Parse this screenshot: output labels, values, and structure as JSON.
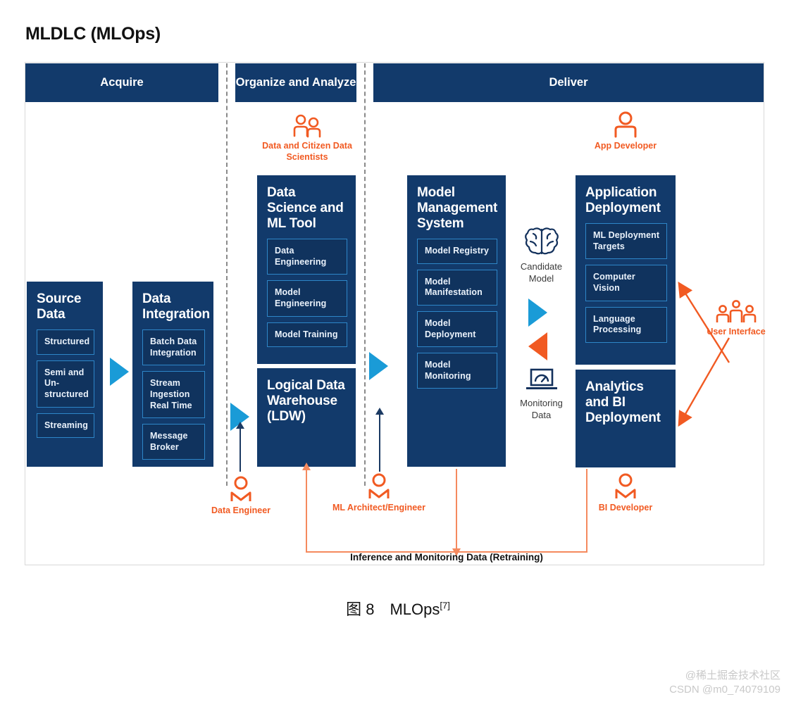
{
  "figure": {
    "title": "MLDLC (MLOps)",
    "caption_label": "图 8",
    "caption_text": "MLOps",
    "caption_ref": "[7]"
  },
  "watermark": {
    "line1": "@稀土掘金技术社区",
    "line2": "CSDN @m0_74079109"
  },
  "colors": {
    "navy": "#123A6B",
    "navy_sub_fill": "#10335E",
    "sub_border": "#2E86C8",
    "blue_arrow": "#1A9BD7",
    "orange": "#F15A22",
    "orange_light": "#F58A5E"
  },
  "phases": [
    {
      "id": "acquire",
      "label": "Acquire"
    },
    {
      "id": "organize",
      "label": "Organize and Analyze"
    },
    {
      "id": "deliver",
      "label": "Deliver"
    }
  ],
  "panels": {
    "source_data": {
      "title": "Source Data",
      "items": [
        "Structured",
        "Semi and Un-structured",
        "Streaming"
      ]
    },
    "data_integration": {
      "title": "Data Integration",
      "items": [
        "Batch Data Integration",
        "Stream Ingestion Real Time",
        "Message Broker"
      ]
    },
    "data_science_ml_tool": {
      "title": "Data Science and ML Tool",
      "items": [
        "Data Engineering",
        "Model Engineering",
        "Model Training"
      ]
    },
    "logical_data_warehouse": {
      "title": "Logical Data Warehouse (LDW)",
      "items": []
    },
    "model_management_system": {
      "title": "Model Management System",
      "items": [
        "Model Registry",
        "Model Manifestation",
        "Model Deployment",
        "Model Monitoring"
      ]
    },
    "application_deployment": {
      "title": "Application Deployment",
      "items": [
        "ML Deployment Targets",
        "Computer Vision",
        "Language Processing"
      ]
    },
    "analytics_bi_deployment": {
      "title": "Analytics and BI Deployment",
      "items": []
    }
  },
  "roles": [
    {
      "id": "data-citizen-scientists",
      "label": "Data and Citizen Data Scientists"
    },
    {
      "id": "app-developer",
      "label": "App Developer"
    },
    {
      "id": "data-engineer",
      "label": "Data Engineer"
    },
    {
      "id": "ml-architect-engineer",
      "label": "ML Architect/Engineer"
    },
    {
      "id": "bi-developer",
      "label": "BI Developer"
    },
    {
      "id": "user-interface",
      "label": "User Interface"
    }
  ],
  "center_icons": [
    {
      "id": "candidate-model",
      "label": "Candidate Model"
    },
    {
      "id": "monitoring-data",
      "label": "Monitoring Data"
    }
  ],
  "feedback": {
    "label": "Inference and Monitoring Data (Retraining)"
  }
}
